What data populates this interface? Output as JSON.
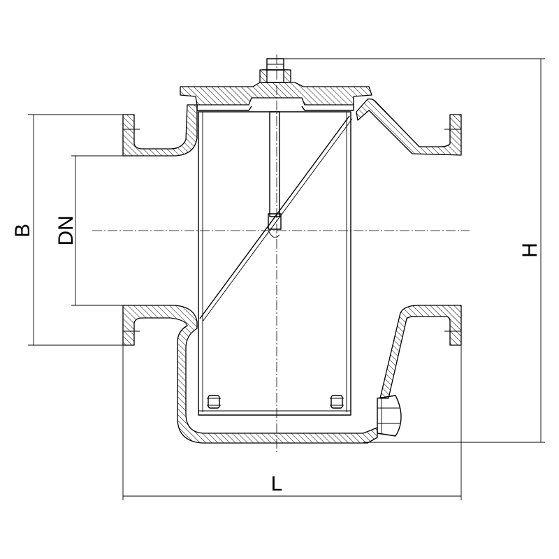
{
  "dimensions": {
    "B": "B",
    "DN": "DN",
    "H": "H",
    "L": "L"
  }
}
